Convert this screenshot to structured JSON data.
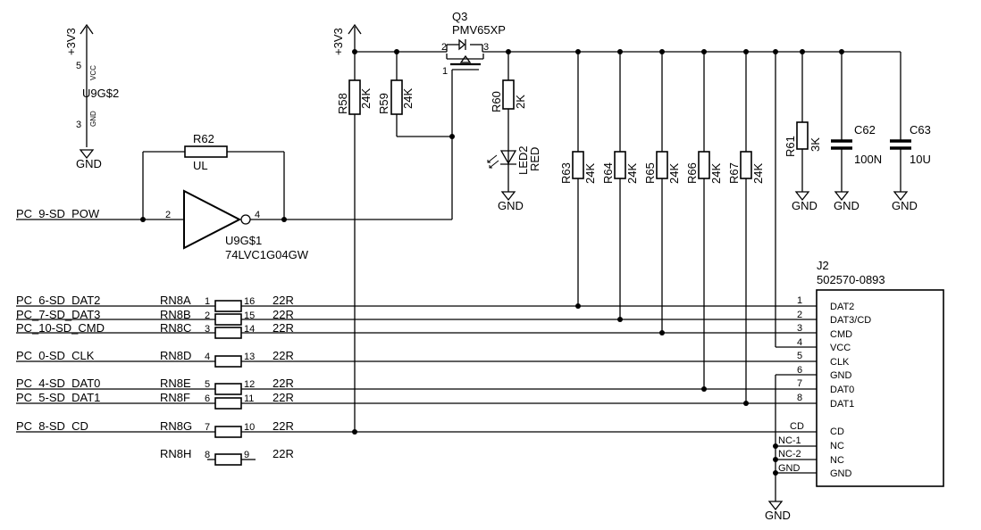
{
  "power": {
    "v3a": "+3V3",
    "v3b": "+3V3",
    "gnd": "GND"
  },
  "u9g2": {
    "name": "U9G$2",
    "vcc_pin": "5",
    "vcc_label": "VCC",
    "gnd_pin": "3",
    "gnd_label": "GND"
  },
  "r62": {
    "name": "R62",
    "value": "UL"
  },
  "u9g1": {
    "name": "U9G$1",
    "part": "74LVC1G04GW",
    "pin_in": "2",
    "pin_out": "4"
  },
  "q3": {
    "name": "Q3",
    "part": "PMV65XP",
    "pin2": "2",
    "pin3": "3",
    "pin1": "1"
  },
  "resistors": {
    "r58": {
      "name": "R58",
      "value": "24K"
    },
    "r59": {
      "name": "R59",
      "value": "24K"
    },
    "r60": {
      "name": "R60",
      "value": "2K"
    },
    "r61": {
      "name": "R61",
      "value": "3K"
    },
    "r63": {
      "name": "R63",
      "value": "24K"
    },
    "r64": {
      "name": "R64",
      "value": "24K"
    },
    "r65": {
      "name": "R65",
      "value": "24K"
    },
    "r66": {
      "name": "R66",
      "value": "24K"
    },
    "r67": {
      "name": "R67",
      "value": "24K"
    }
  },
  "led2": {
    "name": "LED2",
    "color": "RED"
  },
  "caps": {
    "c62": {
      "name": "C62",
      "value": "100N"
    },
    "c63": {
      "name": "C63",
      "value": "10U"
    }
  },
  "signals": {
    "pow": "PC_9-SD_POW",
    "dat2": "PC_6-SD_DAT2",
    "dat3": "PC_7-SD_DAT3",
    "cmd": "PC_10-SD_CMD",
    "clk": "PC_0-SD_CLK",
    "dat0": "PC_4-SD_DAT0",
    "dat1": "PC_5-SD_DAT1",
    "cd": "PC_8-SD_CD"
  },
  "rn8": {
    "value": "22R",
    "a": {
      "name": "RN8A",
      "p1": "1",
      "p2": "16"
    },
    "b": {
      "name": "RN8B",
      "p1": "2",
      "p2": "15"
    },
    "c": {
      "name": "RN8C",
      "p1": "3",
      "p2": "14"
    },
    "d": {
      "name": "RN8D",
      "p1": "4",
      "p2": "13"
    },
    "e": {
      "name": "RN8E",
      "p1": "5",
      "p2": "12"
    },
    "f": {
      "name": "RN8F",
      "p1": "6",
      "p2": "11"
    },
    "g": {
      "name": "RN8G",
      "p1": "7",
      "p2": "10"
    },
    "h": {
      "name": "RN8H",
      "p1": "8",
      "p2": "9"
    }
  },
  "j2": {
    "name": "J2",
    "part": "502570-0893",
    "pins": [
      {
        "num": "1",
        "label": "DAT2"
      },
      {
        "num": "2",
        "label": "DAT3/CD"
      },
      {
        "num": "3",
        "label": "CMD"
      },
      {
        "num": "4",
        "label": "VCC"
      },
      {
        "num": "5",
        "label": "CLK"
      },
      {
        "num": "6",
        "label": "GND"
      },
      {
        "num": "7",
        "label": "DAT0"
      },
      {
        "num": "8",
        "label": "DAT1"
      }
    ],
    "extra": [
      {
        "num": "CD",
        "label": "CD"
      },
      {
        "num": "NC-1",
        "label": "NC"
      },
      {
        "num": "NC-2",
        "label": "NC"
      },
      {
        "num": "GND",
        "label": "GND"
      }
    ]
  }
}
